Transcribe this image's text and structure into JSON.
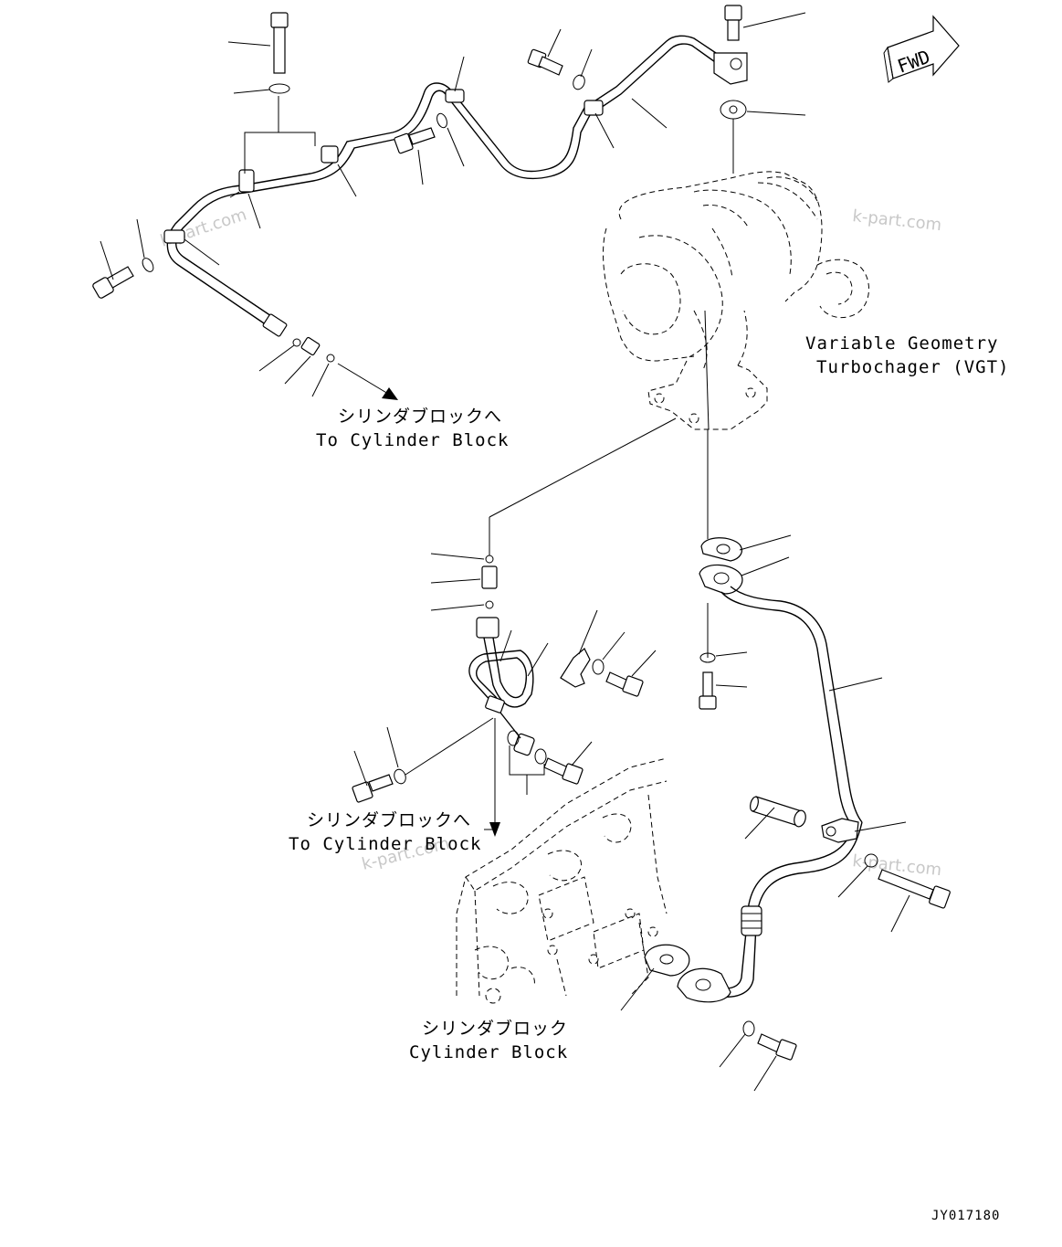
{
  "labels": {
    "vgt_line1": "Variable Geometry",
    "vgt_line2": "Turbochager (VGT)",
    "to_cyl_top_jp": "シリンダブロックへ",
    "to_cyl_top_en": "To Cylinder Block",
    "to_cyl_mid_jp": "シリンダブロックへ",
    "to_cyl_mid_en": "To Cylinder Block",
    "cyl_block_jp": "シリンダブロック",
    "cyl_block_en": "Cylinder Block",
    "forward": "FWD",
    "drawing_code": "JY017180"
  },
  "watermark": {
    "text": "k-part.com",
    "color": "#c8c8c8"
  },
  "colors": {
    "line": "#000000",
    "background": "#ffffff"
  },
  "icons": {
    "forward_arrow": "fwd-arrow-icon"
  }
}
